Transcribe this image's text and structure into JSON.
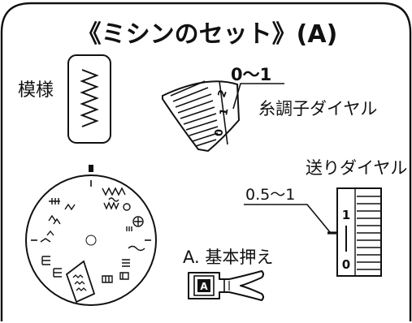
{
  "title": "《ミシンのセット》(A)",
  "pattern": {
    "label": "模様"
  },
  "tension_dial": {
    "setting_label": "0〜1",
    "name": "糸調子ダイヤル",
    "marks": [
      "2",
      "1",
      "0"
    ]
  },
  "feed_dial": {
    "name": "送りダイヤル",
    "setting_label": "0.5〜1",
    "marks": [
      "1",
      "0"
    ]
  },
  "presser_foot": {
    "label": "A. 基本押え",
    "foot_letter": "A"
  },
  "colors": {
    "ink": "#111111",
    "background": "#ffffff"
  }
}
